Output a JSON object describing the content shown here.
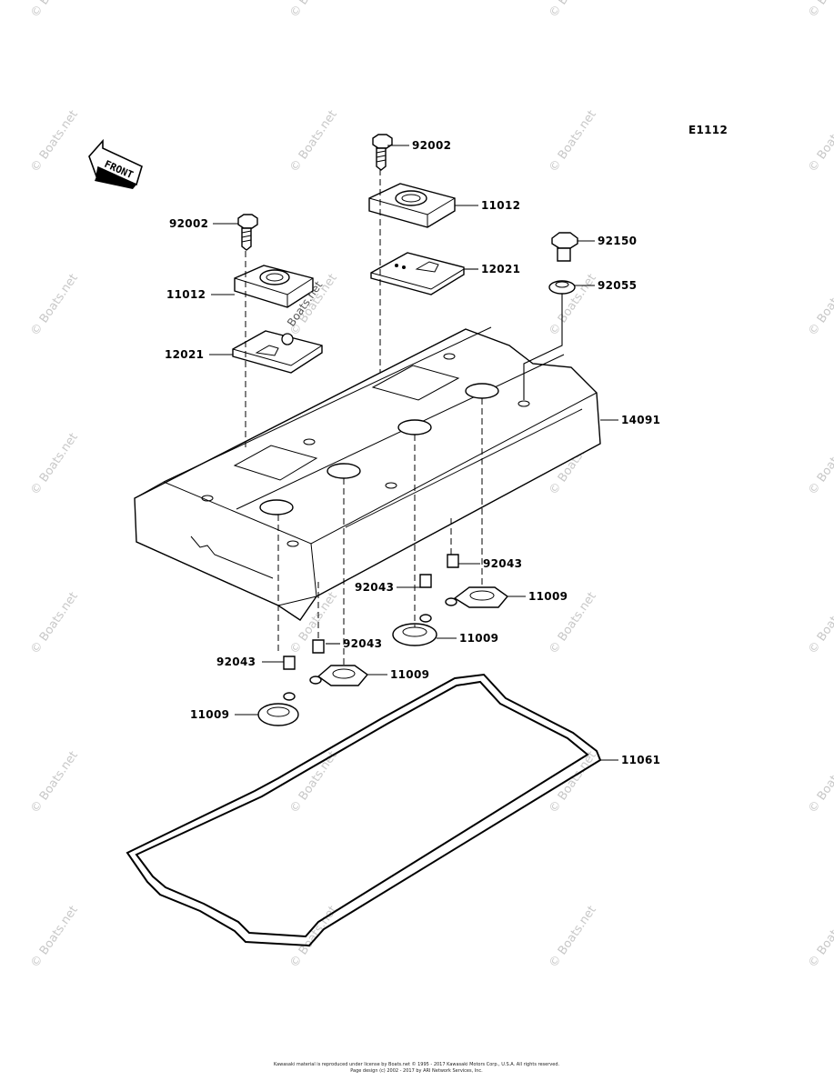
{
  "diagram": {
    "code": "E1112",
    "front_label": "FRONT",
    "parts": [
      {
        "id": "left_bolt",
        "number": "92002"
      },
      {
        "id": "left_cap",
        "number": "11012"
      },
      {
        "id": "left_plate",
        "number": "12021"
      },
      {
        "id": "right_bolt",
        "number": "92002"
      },
      {
        "id": "right_cap",
        "number": "11012"
      },
      {
        "id": "right_plate",
        "number": "12021"
      },
      {
        "id": "bolt_92150",
        "number": "92150"
      },
      {
        "id": "washer_92055",
        "number": "92055"
      },
      {
        "id": "cylinder_head_cover",
        "number": "14091"
      },
      {
        "id": "collar_a",
        "number": "92043"
      },
      {
        "id": "collar_b",
        "number": "92043"
      },
      {
        "id": "collar_c",
        "number": "92043"
      },
      {
        "id": "collar_d",
        "number": "92043"
      },
      {
        "id": "gasket_a",
        "number": "11009"
      },
      {
        "id": "gasket_b",
        "number": "11009"
      },
      {
        "id": "gasket_c",
        "number": "11009"
      },
      {
        "id": "gasket_d",
        "number": "11009"
      },
      {
        "id": "head_cover_gasket",
        "number": "11061"
      }
    ],
    "watermark": "© Boats.net",
    "inline_watermark": "Boats.net",
    "footer_line1": "Kawasaki material is reproduced under license by Boats.net © 1995 - 2017 Kawasaki Motors Corp., U.S.A. All rights reserved.",
    "footer_line2": "Page design (c) 2002 - 2017 by ARI Network Services, Inc."
  }
}
